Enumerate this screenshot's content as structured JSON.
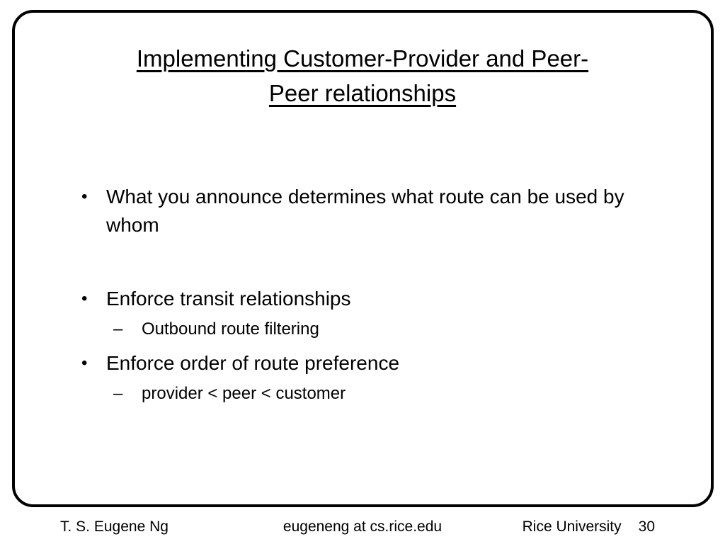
{
  "slide": {
    "title_lines": [
      "Implementing Customer-Provider and Peer-",
      "Peer relationships"
    ],
    "bullets": [
      {
        "level": 1,
        "marker": "•",
        "text": "What you announce determines what route can be used by whom"
      },
      {
        "level": 1,
        "marker": "•",
        "text": "Enforce transit relationships"
      },
      {
        "level": 2,
        "marker": "–",
        "text": "Outbound route filtering"
      },
      {
        "level": 1,
        "marker": "•",
        "text": "Enforce order of route preference"
      },
      {
        "level": 2,
        "marker": "–",
        "text": "provider < peer < customer"
      }
    ],
    "footer": {
      "author": "T. S. Eugene Ng",
      "email": "eugeneng at cs.rice.edu",
      "institution": "Rice University",
      "page_number": "30"
    },
    "colors": {
      "background": "#ffffff",
      "text": "#000000",
      "border": "#000000"
    }
  }
}
